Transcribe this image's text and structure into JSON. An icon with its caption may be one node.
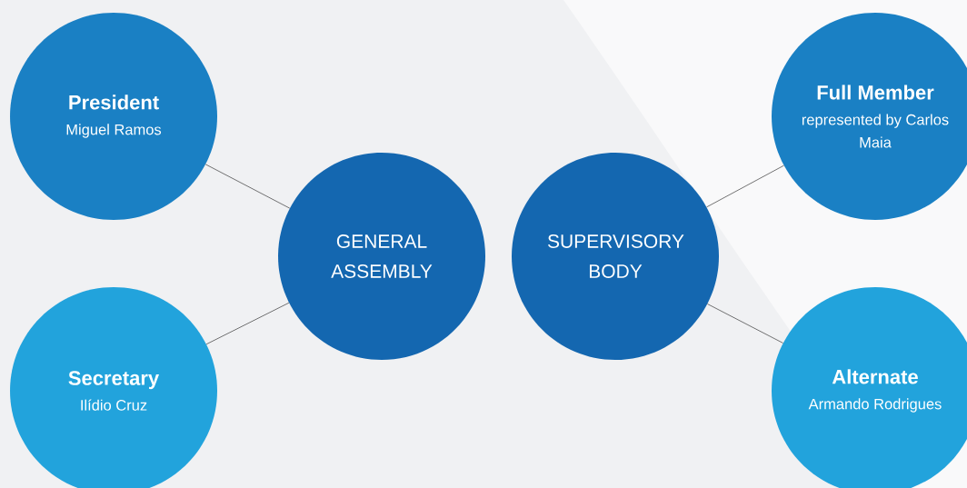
{
  "diagram": {
    "nodes": [
      {
        "text": [
          "President",
          "Miguel Ramos"
        ]
      },
      {
        "text": [
          "Secretary",
          "Ilídio Cruz"
        ]
      },
      {
        "text": [
          "GENERAL ASSEMBLY"
        ]
      },
      {
        "text": [
          "SUPERVISORY BODY"
        ]
      },
      {
        "text": [
          "Full Member",
          "represented by Carlos Maia"
        ]
      },
      {
        "text": [
          "Alternate",
          "Armando Rodrigues"
        ]
      }
    ],
    "edges": [
      {
        "from": 0,
        "to": 2,
        "arrow": "none"
      },
      {
        "from": 1,
        "to": 2,
        "arrow": "none"
      },
      {
        "from": 3,
        "to": 4,
        "arrow": "none"
      },
      {
        "from": 3,
        "to": 5,
        "arrow": "none"
      }
    ]
  }
}
